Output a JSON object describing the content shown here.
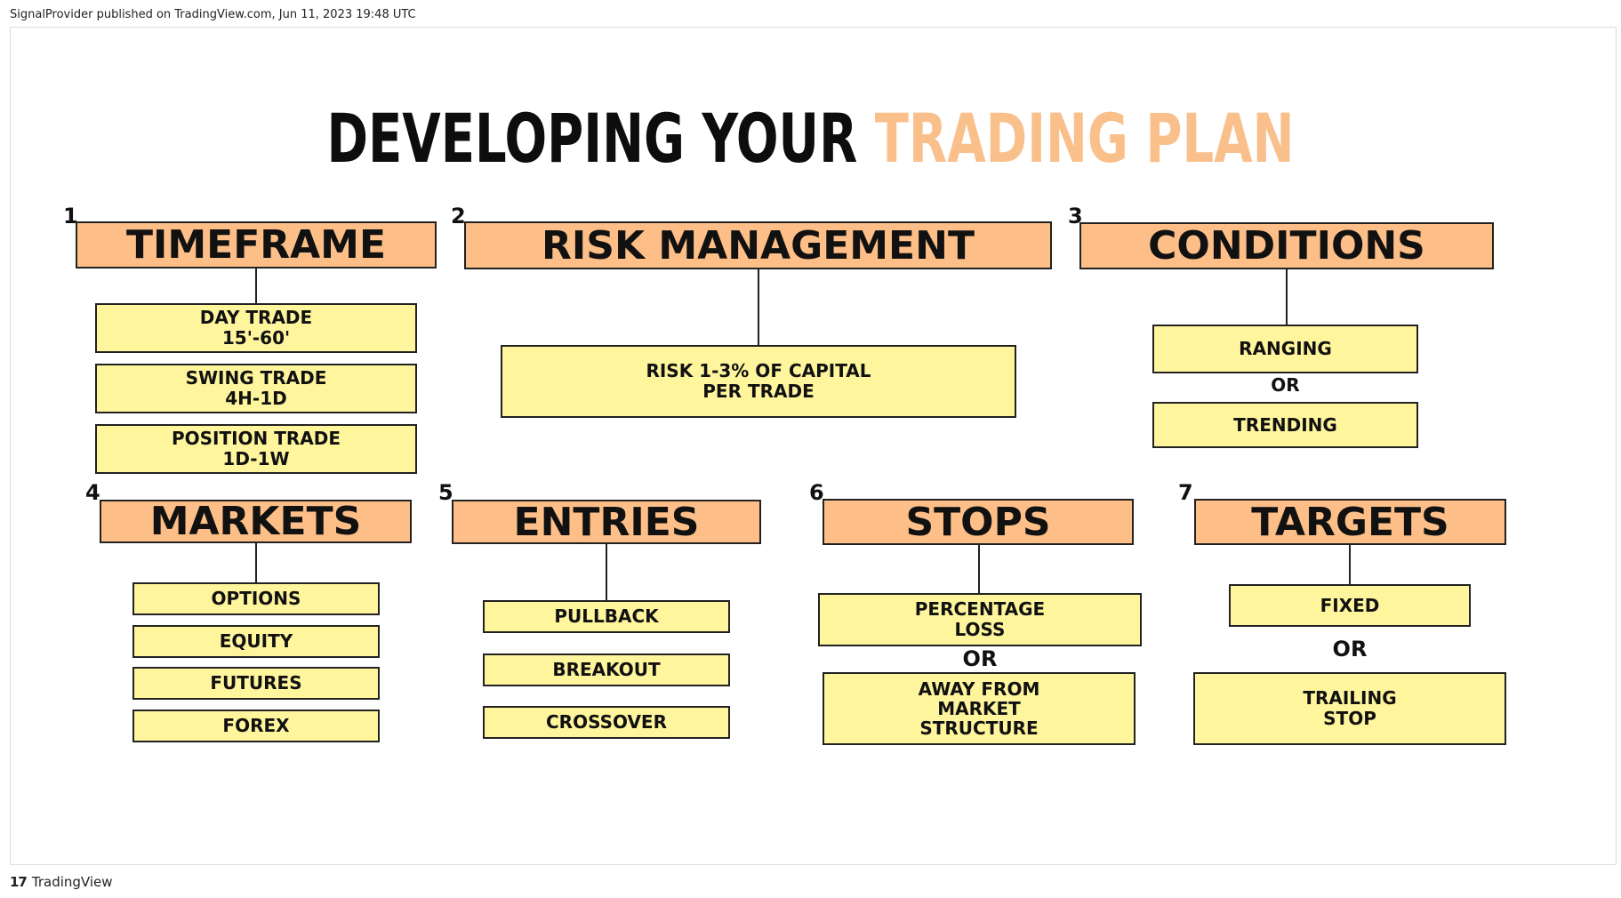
{
  "header_text": "SignalProvider published on TradingView.com, Jun 11, 2023 19:48 UTC",
  "footer_brand": "TradingView",
  "title": {
    "part1": "DEVELOPING YOUR ",
    "part2": "TRADING PLAN"
  },
  "colors": {
    "header_fill": "#fdbf87",
    "box_fill": "#fff59c",
    "title_accent": "#f9c08c"
  },
  "sections": [
    {
      "number": "1",
      "title": "TIMEFRAME",
      "items": [
        [
          "DAY TRADE",
          "15'-60'"
        ],
        [
          "SWING TRADE",
          "4H-1D"
        ],
        [
          "POSITION TRADE",
          "1D-1W"
        ]
      ]
    },
    {
      "number": "2",
      "title": "RISK MANAGEMENT",
      "items": [
        [
          "RISK 1-3% OF CAPITAL",
          "PER TRADE"
        ]
      ]
    },
    {
      "number": "3",
      "title": "CONDITIONS",
      "items": [
        "RANGING",
        "TRENDING"
      ],
      "separator": "OR"
    },
    {
      "number": "4",
      "title": "MARKETS",
      "items": [
        "OPTIONS",
        "EQUITY",
        "FUTURES",
        "FOREX"
      ]
    },
    {
      "number": "5",
      "title": "ENTRIES",
      "items": [
        "PULLBACK",
        "BREAKOUT",
        "CROSSOVER"
      ]
    },
    {
      "number": "6",
      "title": "STOPS",
      "items": [
        [
          "PERCENTAGE",
          "LOSS"
        ],
        [
          "AWAY FROM",
          "MARKET",
          "STRUCTURE"
        ]
      ],
      "separator": "OR"
    },
    {
      "number": "7",
      "title": "TARGETS",
      "items": [
        "FIXED",
        [
          "TRAILING",
          "STOP"
        ]
      ],
      "separator": "OR"
    }
  ]
}
